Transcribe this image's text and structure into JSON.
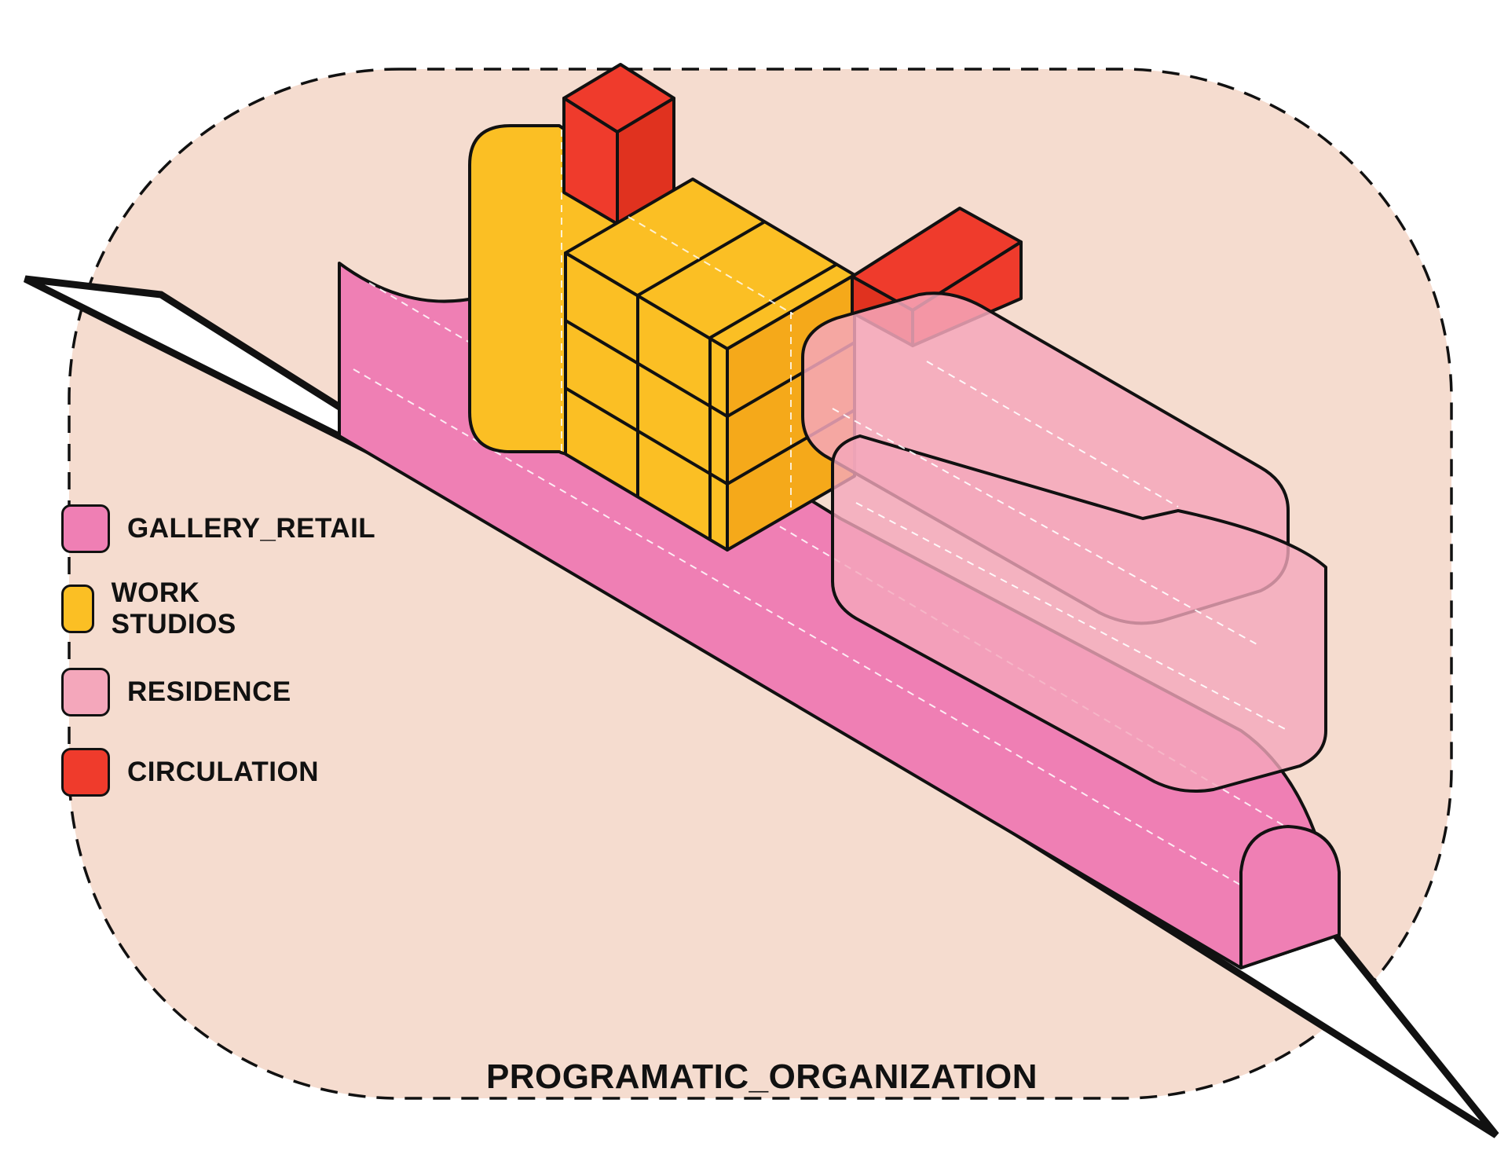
{
  "diagram": {
    "title": "PROGRAMATIC_ORGANIZATION",
    "legend": [
      {
        "label": "GALLERY_RETAIL",
        "color": "#ef7fb4"
      },
      {
        "label": "WORK STUDIOS",
        "color": "#fbbf24"
      },
      {
        "label": "RESIDENCE",
        "color": "#f4a7bb"
      },
      {
        "label": "CIRCULATION",
        "color": "#ef3b2c"
      }
    ],
    "colors": {
      "background_blob": "#f5dccf",
      "outline": "#111111",
      "dashed_guides": "#ffffff"
    }
  }
}
